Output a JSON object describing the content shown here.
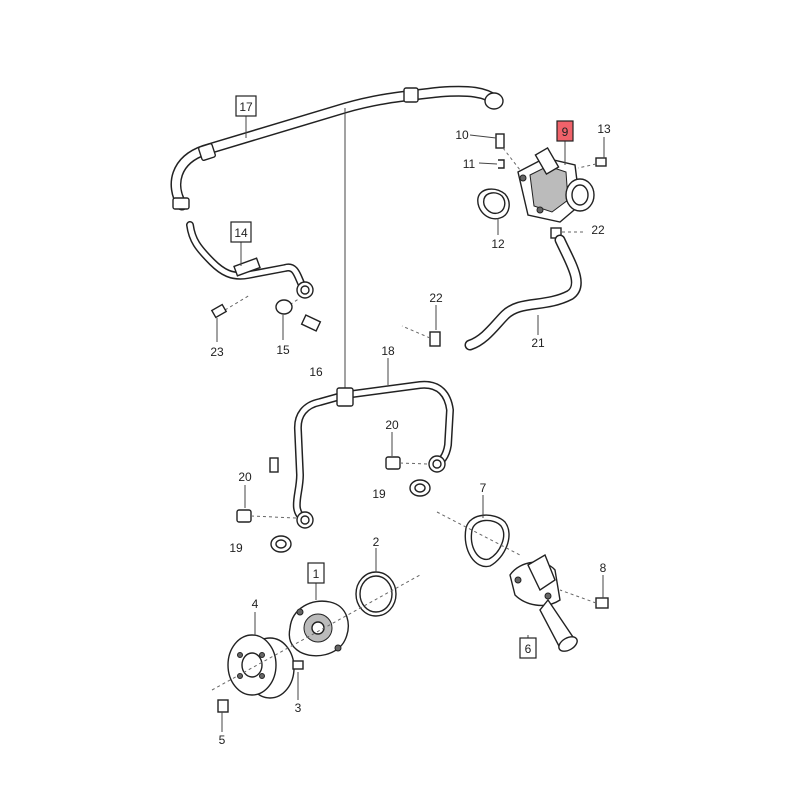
{
  "callouts": [
    {
      "label": "1",
      "boxed": true
    },
    {
      "label": "2",
      "boxed": false
    },
    {
      "label": "3",
      "boxed": false
    },
    {
      "label": "4",
      "boxed": false
    },
    {
      "label": "5",
      "boxed": false
    },
    {
      "label": "6",
      "boxed": true
    },
    {
      "label": "7",
      "boxed": false
    },
    {
      "label": "8",
      "boxed": false
    },
    {
      "label": "9",
      "boxed": true,
      "highlighted": true
    },
    {
      "label": "10",
      "boxed": false
    },
    {
      "label": "11",
      "boxed": false
    },
    {
      "label": "12",
      "boxed": false
    },
    {
      "label": "13",
      "boxed": false
    },
    {
      "label": "14",
      "boxed": true
    },
    {
      "label": "15",
      "boxed": false
    },
    {
      "label": "16",
      "boxed": false
    },
    {
      "label": "17",
      "boxed": true
    },
    {
      "label": "18",
      "boxed": false
    },
    {
      "label": "19",
      "boxed": false
    },
    {
      "label": "19",
      "boxed": false
    },
    {
      "label": "20",
      "boxed": false
    },
    {
      "label": "20",
      "boxed": false
    },
    {
      "label": "21",
      "boxed": false
    },
    {
      "label": "22",
      "boxed": false
    },
    {
      "label": "22",
      "boxed": false
    },
    {
      "label": "23",
      "boxed": false
    }
  ],
  "colors": {
    "highlight": "#f0626a",
    "line": "#222222",
    "background": "#ffffff"
  }
}
